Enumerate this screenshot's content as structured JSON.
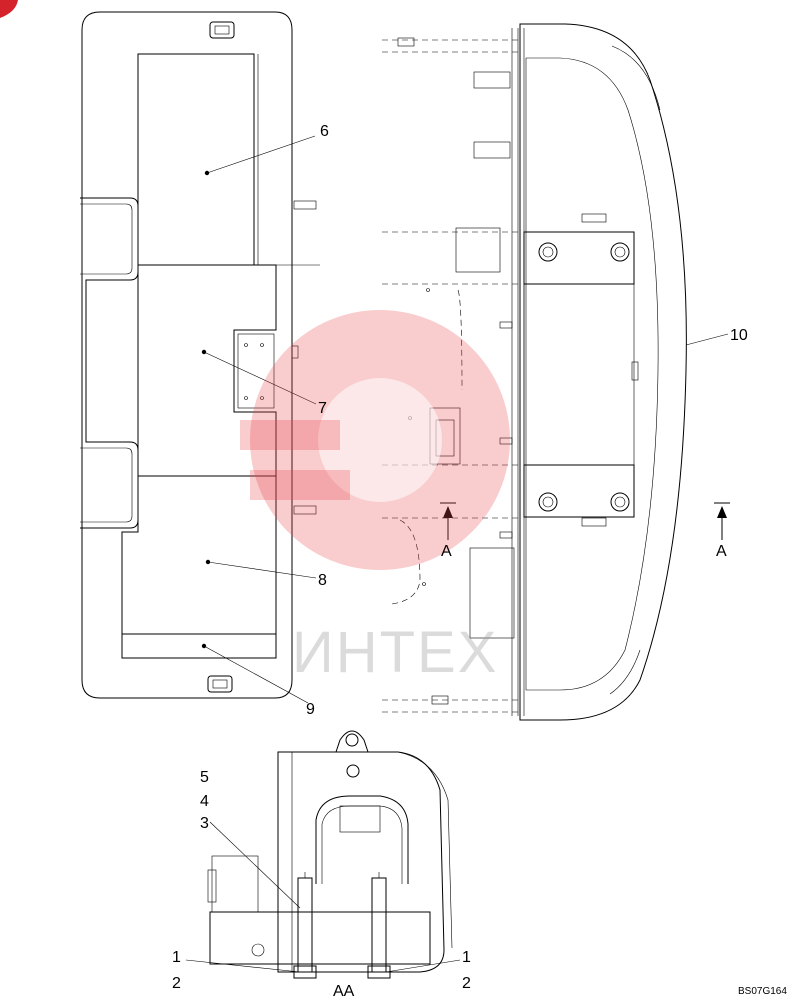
{
  "diagram": {
    "callouts": [
      {
        "id": "6",
        "text": "6"
      },
      {
        "id": "7",
        "text": "7"
      },
      {
        "id": "8",
        "text": "8"
      },
      {
        "id": "9",
        "text": "9"
      },
      {
        "id": "10",
        "text": "10"
      },
      {
        "id": "5",
        "text": "5"
      },
      {
        "id": "4",
        "text": "4"
      },
      {
        "id": "3",
        "text": "3"
      },
      {
        "id": "1a",
        "text": "1"
      },
      {
        "id": "2a",
        "text": "2"
      },
      {
        "id": "1b",
        "text": "1"
      },
      {
        "id": "2b",
        "text": "2"
      }
    ],
    "section_marks": {
      "left": "A",
      "right": "A",
      "view_label": "AA"
    },
    "drawing_code": "BS07G164",
    "watermark": "ИНТЕХ",
    "colors": {
      "line": "#000000",
      "watermark": "#e8474f",
      "background": "#ffffff"
    }
  }
}
